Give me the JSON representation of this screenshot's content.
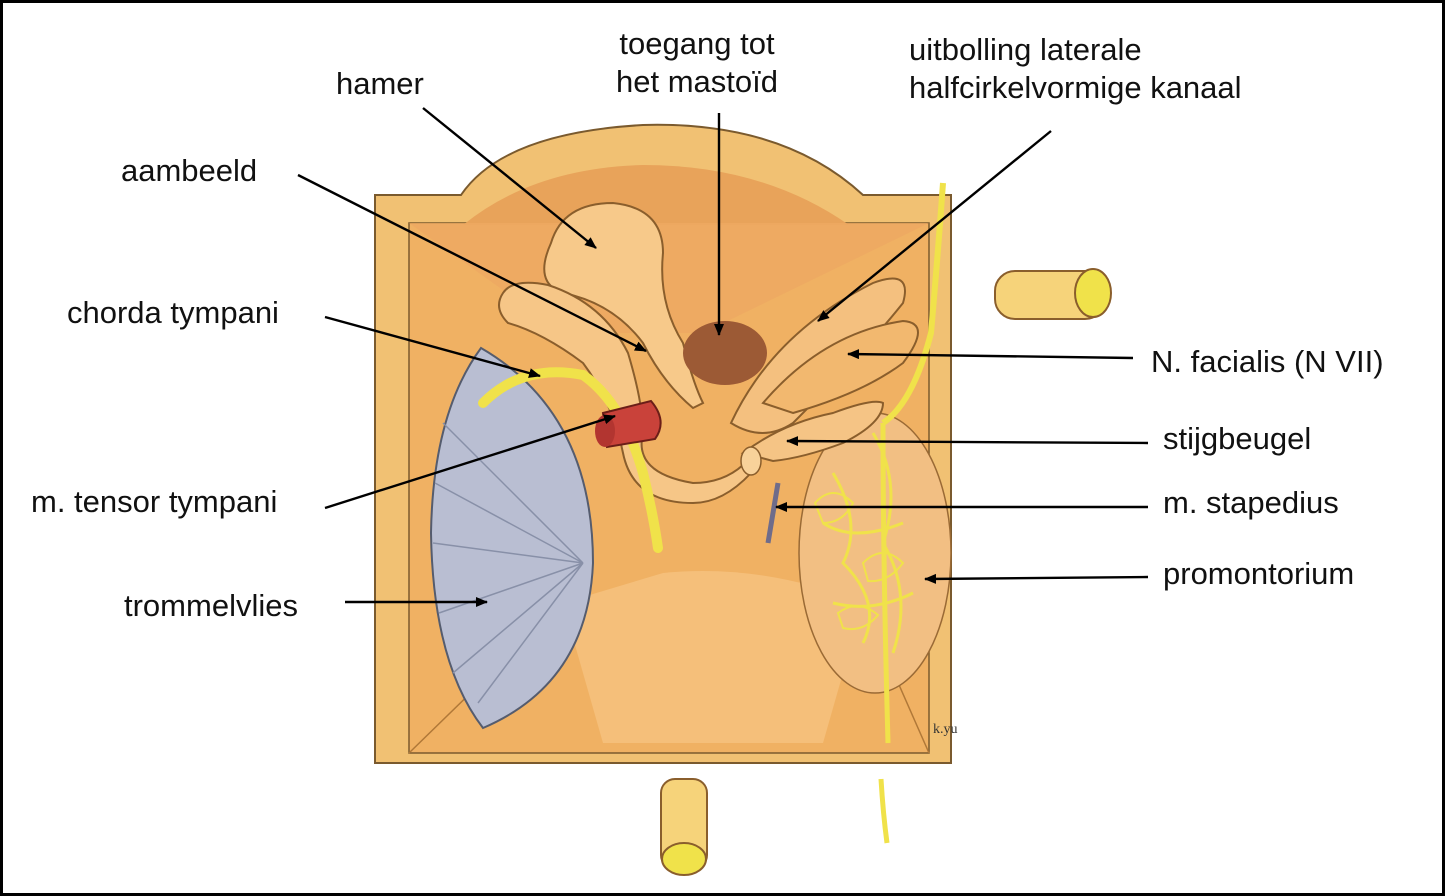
{
  "labels": {
    "hamer": "hamer",
    "aambeeld": "aambeeld",
    "chorda": "chorda tympani",
    "tensor": "m. tensor tympani",
    "trommelvlies": "trommelvlies",
    "mastoid_1": "toegang tot",
    "mastoid_2": "het mastoïd",
    "uitbolling_1": "uitbolling laterale",
    "uitbolling_2": "halfcirkelvormige kanaal",
    "facialis": "N. facialis (N VII)",
    "stijgbeugel": "stijgbeugel",
    "stapedius": "m. stapedius",
    "promontorium": "promontorium"
  },
  "signature": "k.yu",
  "colors": {
    "frame": "#f1c173",
    "cavity": "#f2b164",
    "bone": "#f7c98a",
    "nerve": "#f0e24a",
    "eardrum": "#b9bed2",
    "muscle": "#c9423a",
    "mastoid_opening": "#9c5a35"
  }
}
